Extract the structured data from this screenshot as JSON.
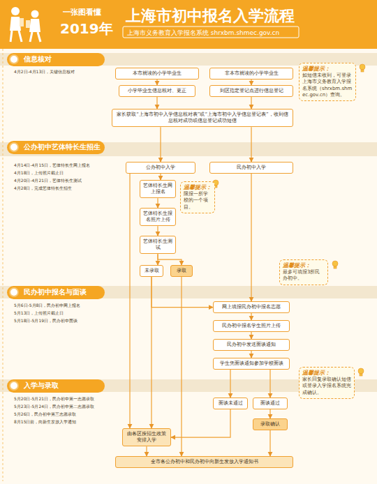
{
  "diagram": {
    "title": "上海市初中报名入学流程",
    "nodes": [
      {
        "text": [
          "信息核对"
        ]
      },
      {
        "text": [
          "本市就读的小学毕业生"
        ]
      },
      {
        "text": [
          "非本市就读的小学毕业生"
        ]
      },
      {
        "text": [
          "温馨提示：",
          "如短信未收到，可登录上海市义务教育入学报名系统（shrxbm.shmec.gov.cn）查询。"
        ]
      },
      {
        "text": [
          "小学毕业生信息核对、更正"
        ]
      },
      {
        "text": [
          "到区指定登记点进行信息登记"
        ]
      },
      {
        "text": [
          "家长获取“上海市初中入学信息核对表”或“上海市初中入学信息登记表”，收到信息核对成功或信息登记成功短信"
        ]
      },
      {
        "text": [
          "公办初中艺体特长生招生"
        ]
      },
      {
        "text": [
          "公办初中入学"
        ]
      },
      {
        "text": [
          "民办初中入学"
        ]
      },
      {
        "text": [
          "艺体特长生网上报名"
        ]
      },
      {
        "text": [
          "温馨提示：",
          "限报一所学校的一个项目。"
        ]
      },
      {
        "text": [
          "艺体特长生报名照片上传"
        ]
      },
      {
        "text": [
          "艺体特长生测试"
        ]
      },
      {
        "text": [
          "未录取"
        ]
      },
      {
        "text": [
          "录取"
        ]
      },
      {
        "text": [
          "温馨提示：",
          "最多可填报3所民办初中。"
        ]
      },
      {
        "text": [
          "民办初中报名与面谈"
        ]
      },
      {
        "text": [
          "网上填报民办初中报名志愿"
        ]
      },
      {
        "text": [
          "民办初中报名学生照片上传"
        ]
      },
      {
        "text": [
          "民办初中发送面谈通知"
        ]
      },
      {
        "text": [
          "学生凭面谈通知参加学校面谈"
        ]
      },
      {
        "text": [
          "入学与录取"
        ]
      },
      {
        "text": [
          "温馨提示：",
          "家长回复录取确认短信或登录入学报名系统完成确认。"
        ]
      },
      {
        "text": [
          "面谈未通过"
        ]
      },
      {
        "text": [
          "面谈通过"
        ]
      },
      {
        "text": [
          "录取确认"
        ]
      },
      {
        "text": [
          "由各区按招生政策安排入学"
        ]
      },
      {
        "text": [
          "全市各公办初中和民办初中向新生发放入学通知书"
        ]
      }
    ],
    "edges": [
      {
        "from": 1,
        "to": 4,
        "arrow": "to"
      },
      {
        "from": 2,
        "to": 5,
        "arrow": "to"
      },
      {
        "from": 4,
        "to": 6,
        "arrow": "to"
      },
      {
        "from": 5,
        "to": 6,
        "arrow": "to"
      },
      {
        "from": 6,
        "to": 8,
        "arrow": "to"
      },
      {
        "from": 6,
        "to": 9,
        "arrow": "to"
      },
      {
        "from": 8,
        "to": 10,
        "arrow": "to"
      },
      {
        "from": 10,
        "to": 12,
        "arrow": "to"
      },
      {
        "from": 12,
        "to": 13,
        "arrow": "to"
      },
      {
        "from": 13,
        "to": 14,
        "arrow": "to"
      },
      {
        "from": 13,
        "to": 15,
        "arrow": "to"
      },
      {
        "from": 14,
        "to": 18,
        "arrow": "to"
      },
      {
        "from": 14,
        "to": 27,
        "arrow": "to"
      },
      {
        "from": 9,
        "to": 18,
        "arrow": "to"
      },
      {
        "from": 8,
        "to": 27,
        "arrow": "to"
      },
      {
        "from": 15,
        "to": 28,
        "arrow": "to"
      },
      {
        "from": 18,
        "to": 19,
        "arrow": "to"
      },
      {
        "from": 19,
        "to": 20,
        "arrow": "to"
      },
      {
        "from": 20,
        "to": 21,
        "arrow": "to"
      },
      {
        "from": 21,
        "to": 24,
        "arrow": "to"
      },
      {
        "from": 21,
        "to": 25,
        "arrow": "to"
      },
      {
        "from": 24,
        "to": 27,
        "arrow": "to"
      },
      {
        "from": 25,
        "to": 26,
        "arrow": "to"
      },
      {
        "from": 26,
        "to": 28,
        "arrow": "to"
      },
      {
        "from": 27,
        "to": 28,
        "arrow": "to"
      }
    ],
    "labels": [
      "一张图看懂",
      "2019年",
      "上海市义务教育入学报名系统 shrxbm.shmec.gov.cn",
      "4月2日-4月13日，关键信息核对",
      "4月14日-4月15日，艺体特长生网上报名",
      "4月18日，上传照片截止日",
      "4月20日-4月21日，艺体特长生测试",
      "4月28日，完成艺体特长生招生",
      "5月6日-5月8日，民办初中网上报名",
      "5月13日，上传照片截止日",
      "5月18日-5月19日，民办初中面谈",
      "5月20日-5月21日，民办初中第一志愿录取",
      "5月23日-5月24日，民办初中第二志愿录取",
      "5月26日，民办初中第三志愿录取",
      "8月15日前，向新生发放入学通知"
    ]
  }
}
